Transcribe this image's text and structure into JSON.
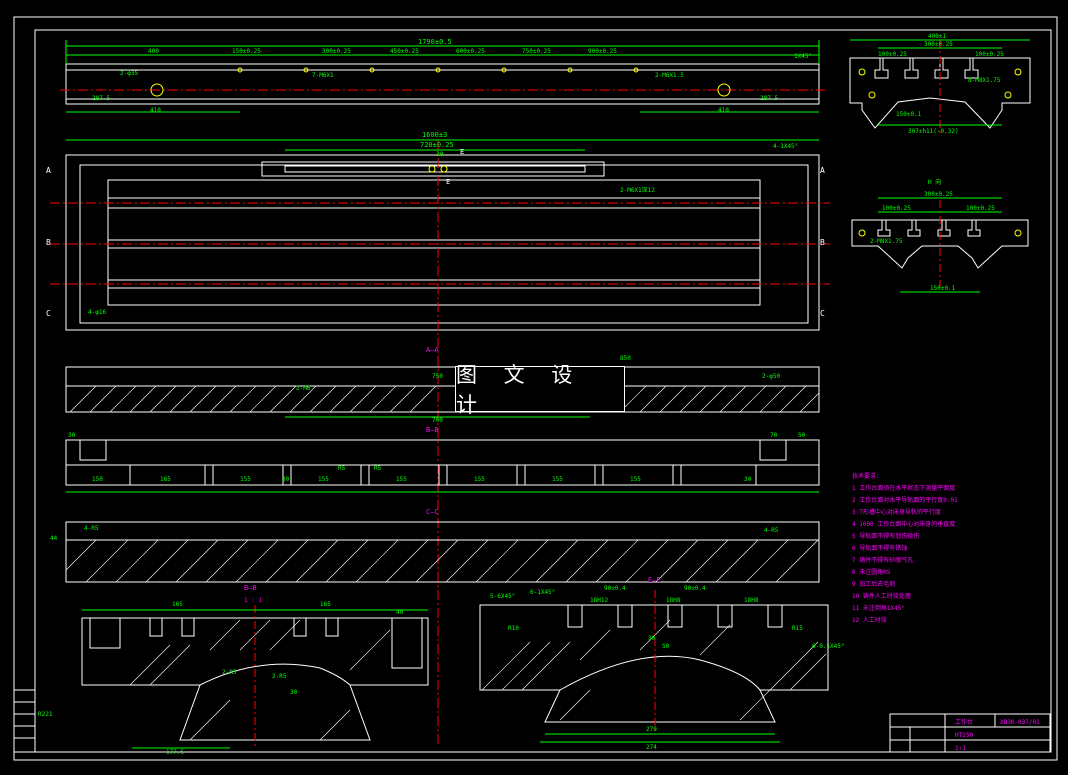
{
  "watermark": "图 文 设 计",
  "colors": {
    "background": "#000000",
    "frame": "#ffffff",
    "dimension": "#00ff00",
    "center_line": "#ff0000",
    "note": "#ff00ff",
    "hole": "#ffff00",
    "hatch": "#ffffff"
  },
  "top_view": {
    "dims": [
      "400",
      "150±0.25",
      "300±0.25",
      "450±0.25",
      "600±0.25",
      "750±0.25",
      "900±0.25",
      "1X45°"
    ],
    "total": "1790±0.5",
    "labels": [
      "2-φ35",
      "7-M6X1",
      "2-M6X1.5",
      "287.5",
      "410",
      "410",
      "287.5"
    ]
  },
  "plan_view": {
    "dims": [
      "1600±3",
      "720±0.25",
      "30",
      "4-1X45°",
      "2-M6X1深12",
      "4-φ16"
    ],
    "section_letters": [
      "A",
      "A",
      "B",
      "B",
      "C",
      "C",
      "E",
      "E"
    ]
  },
  "end_view": {
    "dims": [
      "400±1",
      "300±0.25",
      "100±0.25",
      "100±0.25",
      "307±h11(-0.32)",
      "150±0.1",
      "8-M8X1.75"
    ],
    "h_view_title": "H 向",
    "h_dims": [
      "300±0.25",
      "100±0.25",
      "100±0.25",
      "2-M8X1.75",
      "150±0.1"
    ]
  },
  "section_aa": {
    "title": "A—A",
    "labels": [
      "2-M6",
      "850",
      "2-φ50",
      "750",
      "700"
    ]
  },
  "section_bb": {
    "title": "B—B",
    "labels": [
      "30",
      "70",
      "50",
      "150",
      "165",
      "155",
      "30",
      "155",
      "R5",
      "155",
      "R5",
      "155",
      "155",
      "155",
      "30"
    ]
  },
  "section_cc": {
    "title": "C—C",
    "labels": [
      "4-R5",
      "4-R5",
      "44"
    ]
  },
  "section_bb_detail": {
    "title": "B—B",
    "scale": "1 : 1",
    "labels": [
      "165",
      "165",
      "2-R5",
      "2-R5",
      "30",
      "R221",
      "177.5",
      "40"
    ]
  },
  "section_ee": {
    "title": "E—E",
    "labels": [
      "5-6X45°",
      "6-1X45°",
      "90±0.4",
      "90±0.4",
      "18H12",
      "18H8",
      "18H8",
      "R10",
      "R15",
      "30",
      "50",
      "270",
      "274",
      "6-0.5X45°"
    ]
  },
  "tech_notes": {
    "title": "技术要求:",
    "items": [
      "1 工作台面须在水平状态下测量平面度",
      "2 工作台面对水平导轨面的平行度0.01",
      "3 T形槽中心对床身导轨的平行度",
      "4 1000 工作台面中心对床身的垂直度",
      "5 导轨面不得有划伤碰伤",
      "6 导轨面不得有锈蚀",
      "7 铸件不得有砂眼气孔",
      "8 未注圆角R5",
      "9 加工后去毛刺",
      "10 铸件人工时效处理",
      "11 未注倒角1X45°",
      "12 人工时效"
    ]
  },
  "title_block": {
    "drawing_no": "XB3K-037/01",
    "part_name": "工作台",
    "material": "HT250",
    "scale": "1:1"
  }
}
